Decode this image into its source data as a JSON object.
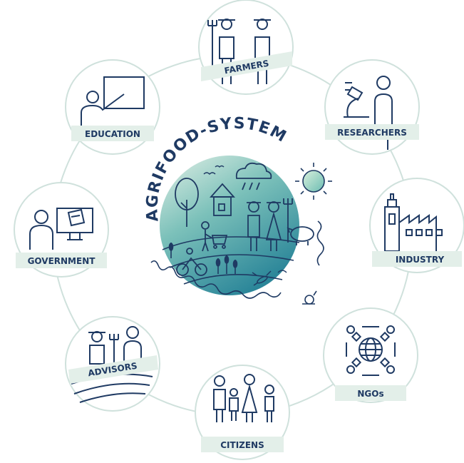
{
  "center": {
    "title": "AGRIFOOD-SYSTEM"
  },
  "stakeholders": [
    {
      "id": "farmers",
      "label": "FARMERS"
    },
    {
      "id": "researchers",
      "label": "RESEARCHERS"
    },
    {
      "id": "industry",
      "label": "INDUSTRY"
    },
    {
      "id": "ngos",
      "label": "NGOs"
    },
    {
      "id": "citizens",
      "label": "CITIZENS"
    },
    {
      "id": "advisors",
      "label": "ADVISORS"
    },
    {
      "id": "government",
      "label": "GOVERNMENT"
    },
    {
      "id": "education",
      "label": "EDUCATION"
    }
  ],
  "colors": {
    "ink": "#1f3a63",
    "ring": "#cfe1dc",
    "band": "#e3efe9",
    "center_top": "#dfeee6",
    "center_mid": "#6fb7b6",
    "center_bottom": "#2f8a9a",
    "sun": "#8fd0c2"
  }
}
